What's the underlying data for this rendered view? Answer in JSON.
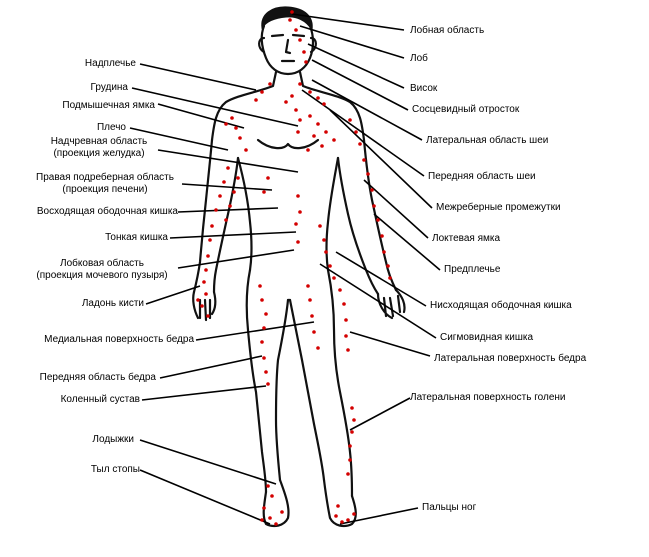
{
  "colors": {
    "dot": "#d40000",
    "line": "#000000",
    "outline": "#111111"
  },
  "labels": {
    "frontal_area": "Лобная область",
    "forehead": "Лоб",
    "temple": "Висок",
    "mastoid": "Сосцевидный отросток",
    "lateral_neck": "Латеральная область шеи",
    "anterior_neck": "Передняя область шеи",
    "intercostal": "Межреберные промежутки",
    "cubital_fossa": "Локтевая ямка",
    "forearm": "Предплечье",
    "descending_colon": "Нисходящая ободочная кишка",
    "sigmoid_colon": "Сигмовидная кишка",
    "lateral_thigh": "Латеральная поверхность бедра",
    "lateral_shin": "Латеральная поверхность голени",
    "toes": "Пальцы ног",
    "shoulder_girdle": "Надплечье",
    "sternum": "Грудина",
    "axilla": "Подмышечная ямка",
    "shoulder": "Плечо",
    "epigastric_1": "Надчревная область",
    "epigastric_2": "(проекция желудка)",
    "hypochondrium_1": "Правая подреберная область",
    "hypochondrium_2": "(проекция печени)",
    "ascending_colon": "Восходящая ободочная кишка",
    "small_intestine": "Тонкая кишка",
    "pubic_1": "Лобковая область",
    "pubic_2": "(проекция мочевого пузыря)",
    "palm": "Ладонь кисти",
    "medial_thigh": "Медиальная поверхность бедра",
    "anterior_thigh": "Передняя область бедра",
    "knee": "Коленный сустав",
    "ankles": "Лодыжки",
    "dorsum_foot": "Тыл стопы"
  }
}
